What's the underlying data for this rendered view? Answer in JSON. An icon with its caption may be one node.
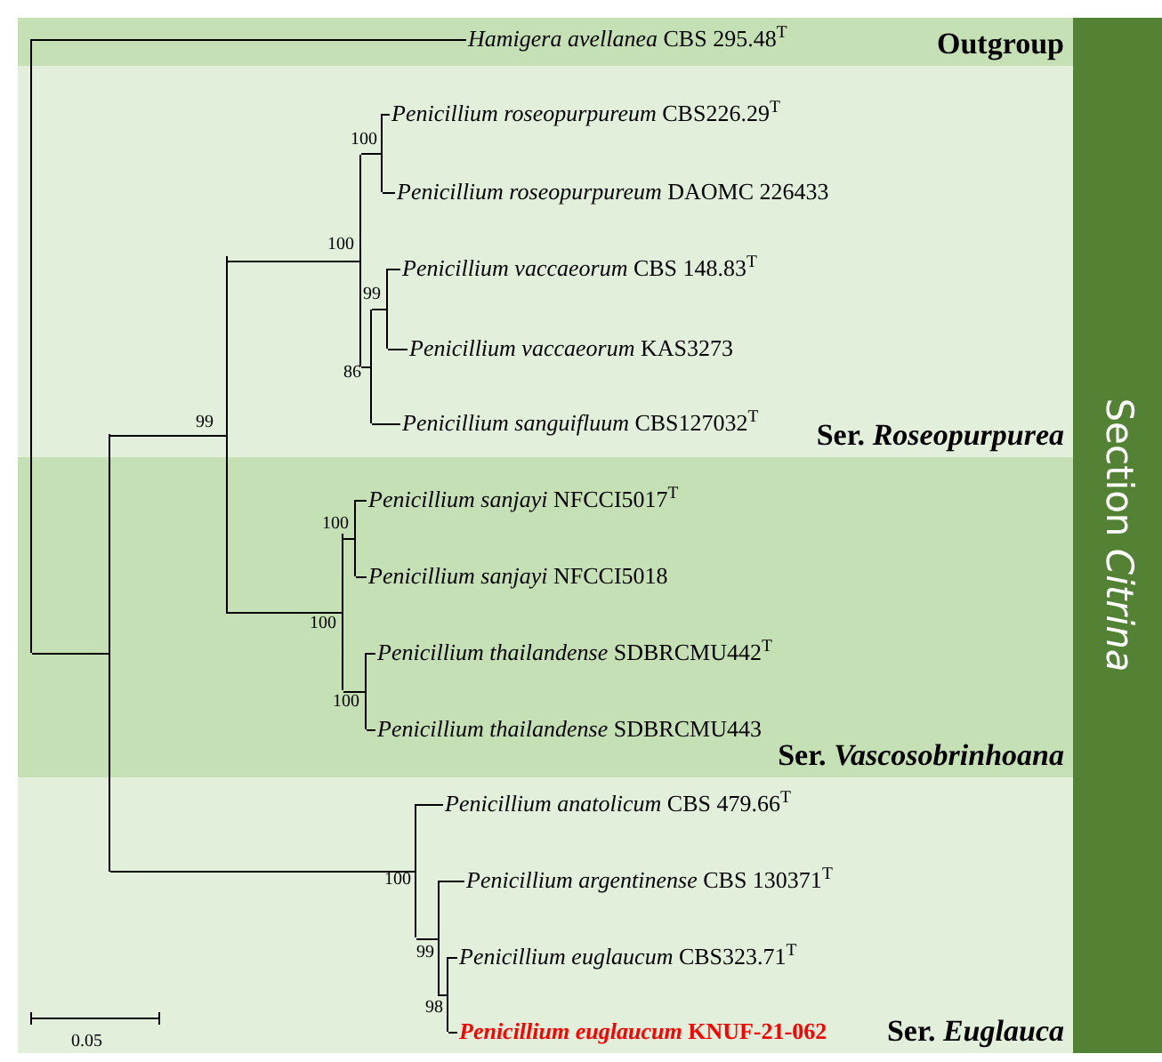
{
  "diagram": {
    "nodes": [
      {
        "text": [
          "Section *Citrina*"
        ]
      },
      {
        "text": [
          "Outgroup"
        ]
      },
      {
        "text": [
          "*Hamigera avellanea* CBS 295.48$^{T}$"
        ],
        "in": 1
      },
      {
        "text": [],
        "shape": "bar"
      },
      {
        "text": [],
        "shape": "bar"
      },
      {
        "text": [
          "Ser. *Roseopurpurea*"
        ]
      },
      {
        "text": [],
        "shape": "bar",
        "beside": [
          "99"
        ]
      },
      {
        "text": [],
        "shape": "bar",
        "beside": [
          "100"
        ],
        "in": 5
      },
      {
        "text": [],
        "shape": "bar",
        "beside": [
          "100"
        ],
        "in": 5
      },
      {
        "text": [
          "*Penicillium roseopurpureum* CBS226.29$^{T}$"
        ],
        "in": 5
      },
      {
        "text": [
          "*Penicillium roseopurpureum* DAOMC 226433"
        ],
        "in": 5
      },
      {
        "text": [],
        "shape": "bar",
        "beside": [
          "86"
        ],
        "in": 5
      },
      {
        "text": [],
        "shape": "bar",
        "beside": [
          "99"
        ],
        "in": 5
      },
      {
        "text": [
          "*Penicillium vaccaeorum* CBS 148.83$^{T}$"
        ],
        "in": 5
      },
      {
        "text": [
          "*Penicillium vaccaeorum* KAS3273"
        ],
        "in": 5
      },
      {
        "text": [
          "*Penicillium sanguifluum* CBS127032$^{T}$"
        ],
        "in": 5
      },
      {
        "text": [
          "Ser. *Vascosobrinhoana*"
        ]
      },
      {
        "text": [],
        "shape": "bar",
        "beside": [
          "100"
        ],
        "in": 16
      },
      {
        "text": [],
        "shape": "bar",
        "beside": [
          "100"
        ],
        "in": 16
      },
      {
        "text": [
          "*Penicillium sanjayi* NFCCI5017$^{T}$"
        ],
        "in": 16
      },
      {
        "text": [
          "*Penicillium sanjayi* NFCCI5018"
        ],
        "in": 16
      },
      {
        "text": [],
        "shape": "bar",
        "beside": [
          "100"
        ],
        "in": 16
      },
      {
        "text": [
          "*Penicillium thailandense* SDBRCMU442$^{T}$"
        ],
        "in": 16
      },
      {
        "text": [
          "*Penicillium thailandense* SDBRCMU443"
        ],
        "in": 16
      },
      {
        "text": [
          "Ser. *Euglauca*"
        ]
      },
      {
        "text": [],
        "shape": "bar",
        "beside": [
          "100"
        ],
        "in": 24
      },
      {
        "text": [
          "*Penicillium anatolicum* CBS 479.66$^{T}$"
        ],
        "in": 24
      },
      {
        "text": [],
        "shape": "bar",
        "beside": [
          "99"
        ],
        "in": 24
      },
      {
        "text": [
          "*Penicillium argentinense* CBS 130371$^{T}$"
        ],
        "in": 24
      },
      {
        "text": [],
        "shape": "bar",
        "beside": [
          "98"
        ],
        "in": 24
      },
      {
        "text": [
          "*Penicillium euglaucum* CBS323.71$^{T}$"
        ],
        "in": 24
      },
      {
        "text": [
          "*Penicillium euglaucum* KNUF-21-062"
        ],
        "in": 24
      }
    ],
    "edges": [
      {
        "from": 3,
        "to": 2,
        "arrow": "none"
      },
      {
        "from": 3,
        "to": 4,
        "arrow": "none"
      },
      {
        "from": 4,
        "to": 6,
        "arrow": "none"
      },
      {
        "from": 4,
        "to": 25,
        "arrow": "none"
      },
      {
        "from": 6,
        "to": 7,
        "arrow": "none"
      },
      {
        "from": 6,
        "to": 17,
        "arrow": "none"
      },
      {
        "from": 7,
        "to": 8,
        "arrow": "none"
      },
      {
        "from": 7,
        "to": 11,
        "arrow": "none"
      },
      {
        "from": 8,
        "to": 9,
        "arrow": "none"
      },
      {
        "from": 8,
        "to": 10,
        "arrow": "none"
      },
      {
        "from": 11,
        "to": 12,
        "arrow": "none"
      },
      {
        "from": 11,
        "to": 15,
        "arrow": "none"
      },
      {
        "from": 12,
        "to": 13,
        "arrow": "none"
      },
      {
        "from": 12,
        "to": 14,
        "arrow": "none"
      },
      {
        "from": 17,
        "to": 18,
        "arrow": "none"
      },
      {
        "from": 17,
        "to": 21,
        "arrow": "none"
      },
      {
        "from": 18,
        "to": 19,
        "arrow": "none"
      },
      {
        "from": 18,
        "to": 20,
        "arrow": "none"
      },
      {
        "from": 21,
        "to": 22,
        "arrow": "none"
      },
      {
        "from": 21,
        "to": 23,
        "arrow": "none"
      },
      {
        "from": 25,
        "to": 26,
        "arrow": "none"
      },
      {
        "from": 25,
        "to": 27,
        "arrow": "none"
      },
      {
        "from": 27,
        "to": 28,
        "arrow": "none"
      },
      {
        "from": 27,
        "to": 29,
        "arrow": "none"
      },
      {
        "from": 29,
        "to": 30,
        "arrow": "none"
      },
      {
        "from": 29,
        "to": 31,
        "arrow": "none"
      }
    ],
    "labels": [
      "0.05"
    ]
  }
}
